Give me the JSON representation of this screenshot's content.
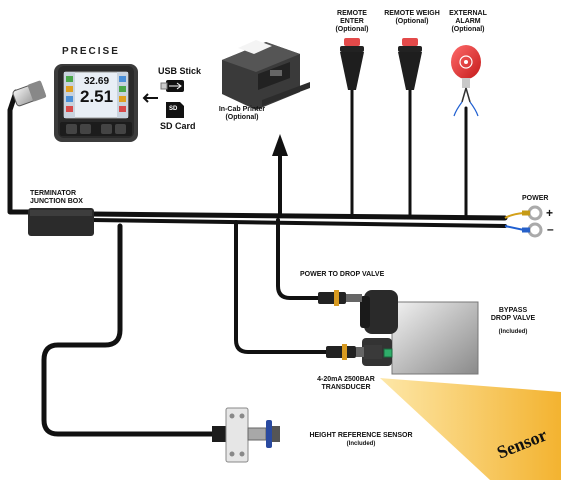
{
  "brand": "PRECISE",
  "display": {
    "top_value": "32.69",
    "main_value": "2.51"
  },
  "storage": {
    "usb_label": "USB Stick",
    "sd_label": "SD Card",
    "sd_chip": "SD"
  },
  "printer": {
    "title": "In-Cab Printer",
    "sub": "(Optional)"
  },
  "remote_enter": {
    "title": "REMOTE ENTER",
    "sub": "(Optional)"
  },
  "remote_weigh": {
    "title": "REMOTE WEIGH",
    "sub": "(Optional)"
  },
  "alarm": {
    "title": "EXTERNAL ALARM",
    "sub": "(Optional)"
  },
  "terminator": {
    "line1": "TERMINATOR",
    "line2": "JUNCTION BOX"
  },
  "power": {
    "title": "POWER",
    "plus": "+",
    "minus": "–"
  },
  "drop_valve_power": "POWER TO DROP VALVE",
  "bypass": {
    "line1": "BYPASS",
    "line2": "DROP VALVE",
    "sub": "(Included)"
  },
  "transducer": {
    "line1": "4-20mA 2500BAR",
    "line2": "TRANSDUCER"
  },
  "height_sensor": {
    "title": "HEIGHT REFERENCE SENSOR",
    "sub": "(Included)"
  },
  "sensor_word": "Sensor"
}
